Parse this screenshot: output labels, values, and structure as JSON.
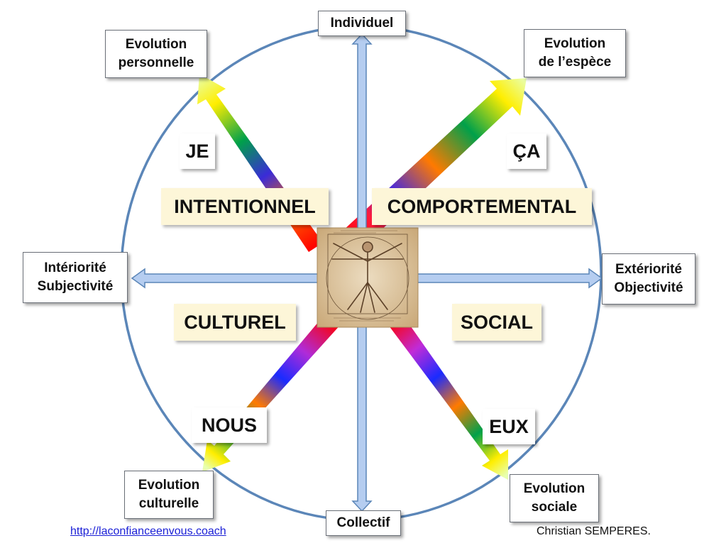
{
  "axes": {
    "top": "Individuel",
    "bottom": "Collectif",
    "left": [
      "Intériorité",
      "Subjectivité"
    ],
    "right": [
      "Extériorité",
      "Objectivité"
    ]
  },
  "corners": {
    "top_left": [
      "Evolution",
      "personnelle"
    ],
    "top_right": [
      "Evolution",
      "de l’espèce"
    ],
    "bottom_left": [
      "Evolution",
      "culturelle"
    ],
    "bottom_right": [
      "Evolution",
      "sociale"
    ]
  },
  "pronouns": {
    "top_left": "JE",
    "top_right": "ÇA",
    "bottom_left": "NOUS",
    "bottom_right": "EUX"
  },
  "quadrants": {
    "top_left": "INTENTIONNEL",
    "top_right": "COMPORTEMENTAL",
    "bottom_left": "CULTUREL",
    "bottom_right": "SOCIAL"
  },
  "footer": {
    "link": "http://laconfianceenvous.coach",
    "author": "Christian SEMPERES."
  },
  "colors": {
    "circle": "#5b86b8",
    "axis_arrow": "#b5cdf0",
    "axis_arrow_stroke": "#5b86b8",
    "quadrant_fill": "#fdf6d8",
    "link": "#1a1fd6"
  },
  "center_image": "vitruvian-man"
}
